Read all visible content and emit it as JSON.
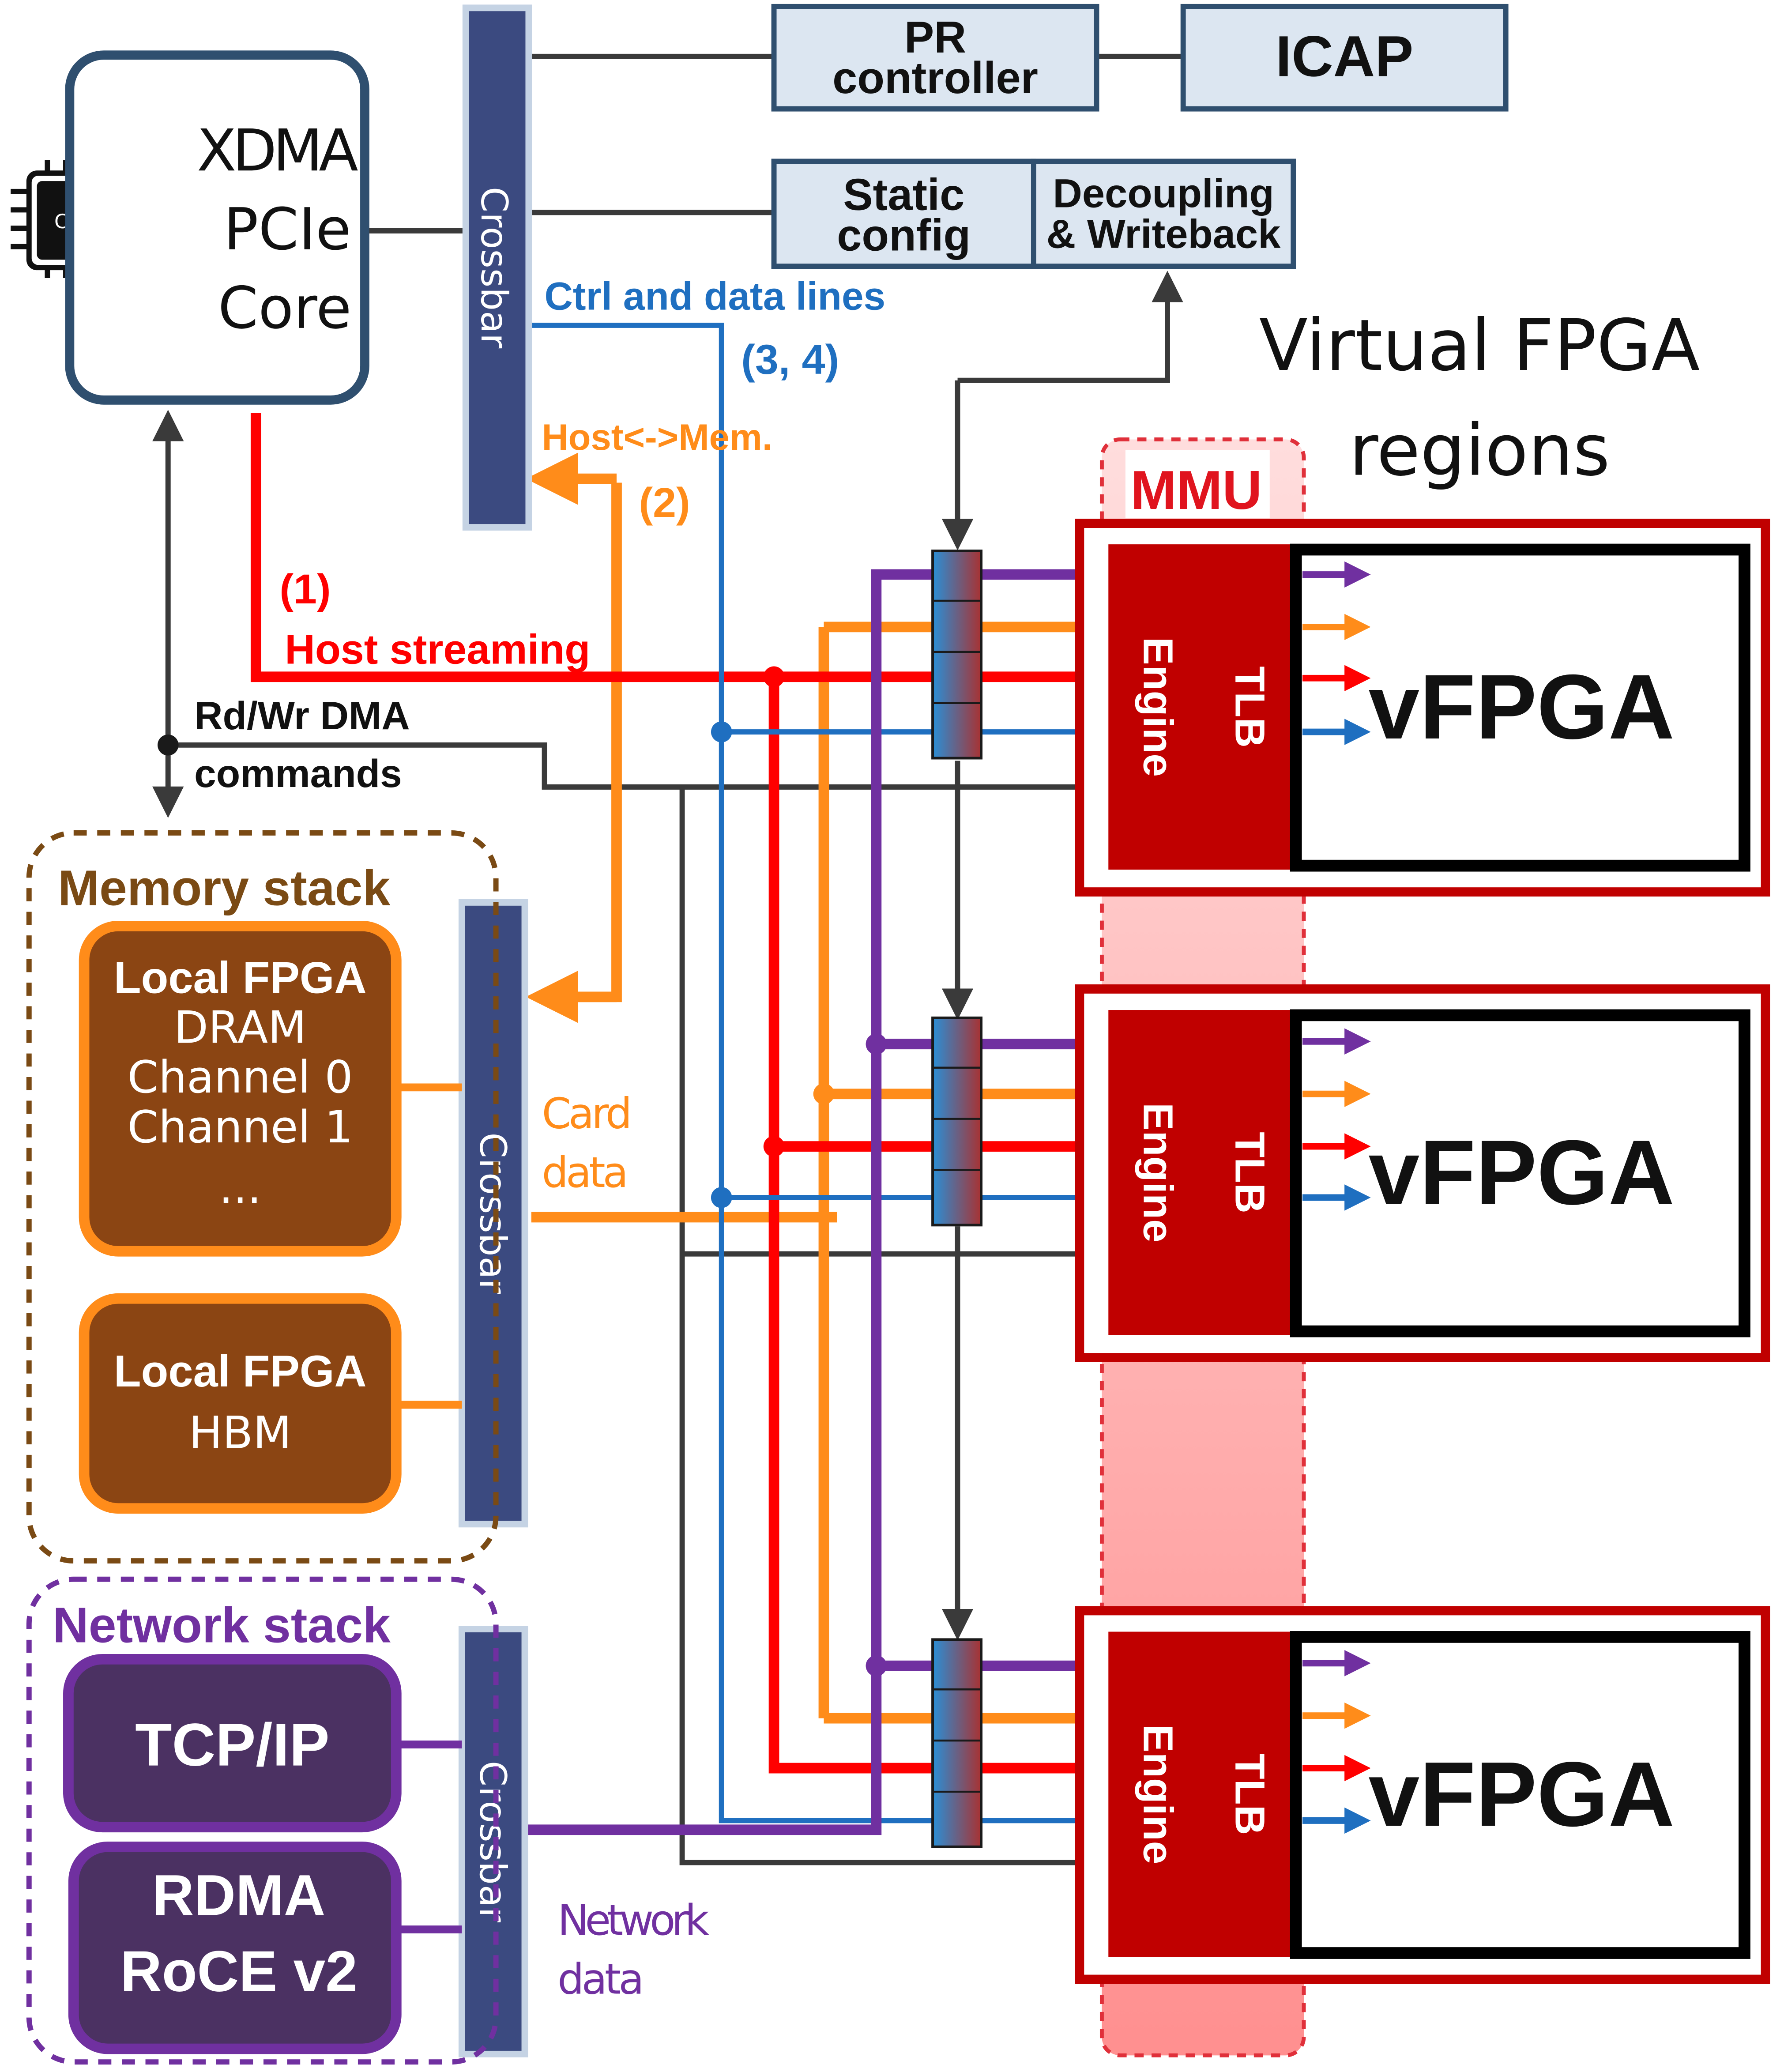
{
  "colors": {
    "crossbar_fill": "#3b4a80",
    "crossbar_stroke": "#c5d3e4",
    "config_fill": "#dce6f1",
    "config_stroke": "#2f4f6f",
    "dark_red": "#c00000",
    "mmu_dash": "#e0303a",
    "mmu_band": "#ff8080",
    "red_line": "#ff0000",
    "orange": "#ff8c1a",
    "blue": "#1f6fc0",
    "purple": "#7030a0",
    "gray": "#3a3a3a",
    "memory_dash": "#7a4a14",
    "memory_fill": "#8b4513",
    "network_fill": "#4b3162",
    "network_stroke": "#7030a0"
  },
  "cpu": {
    "chip_label": "CPU",
    "icon": "cpu-chip-icon"
  },
  "xdma": {
    "line1": "XDMA",
    "line2": "PCIe",
    "line3": "Core"
  },
  "crossbar_label": "Crossbar",
  "pr_controller": {
    "line1": "PR",
    "line2": "controller"
  },
  "icap": {
    "label": "ICAP"
  },
  "static_config": {
    "line1": "Static",
    "line2": "config"
  },
  "decoupling": {
    "line1": "Decoupling",
    "line2": "& Writeback"
  },
  "labels": {
    "ctrl_data": "Ctrl and data lines",
    "ctrl_data_num": "(3, 4)",
    "host_mem": "Host<->Mem.",
    "host_mem_num": "(2)",
    "host_stream_num": "(1)",
    "host_stream": "Host streaming",
    "rdwr_line1": "Rd/Wr DMA",
    "rdwr_line2": "commands",
    "card_line1": "Card",
    "card_line2": "data",
    "network_line1": "Network",
    "network_line2": "data"
  },
  "virtual_fpga": {
    "line1": "Virtual FPGA",
    "line2": "regions"
  },
  "mmu": {
    "label": "MMU"
  },
  "vfpga_regions": [
    {
      "engine": "Engine",
      "tlb": "TLB",
      "name": "vFPGA"
    },
    {
      "engine": "Engine",
      "tlb": "TLB",
      "name": "vFPGA"
    },
    {
      "engine": "Engine",
      "tlb": "TLB",
      "name": "vFPGA"
    }
  ],
  "memory_stack": {
    "title": "Memory stack",
    "dram": {
      "line1": "Local FPGA",
      "line2": "DRAM",
      "line3": "Channel 0",
      "line4": "Channel 1",
      "line5": "..."
    },
    "hbm": {
      "line1": "Local FPGA",
      "line2": "HBM"
    }
  },
  "network_stack": {
    "title": "Network stack",
    "tcp": {
      "label": "TCP/IP"
    },
    "rdma": {
      "line1": "RDMA",
      "line2": "RoCE v2"
    }
  }
}
